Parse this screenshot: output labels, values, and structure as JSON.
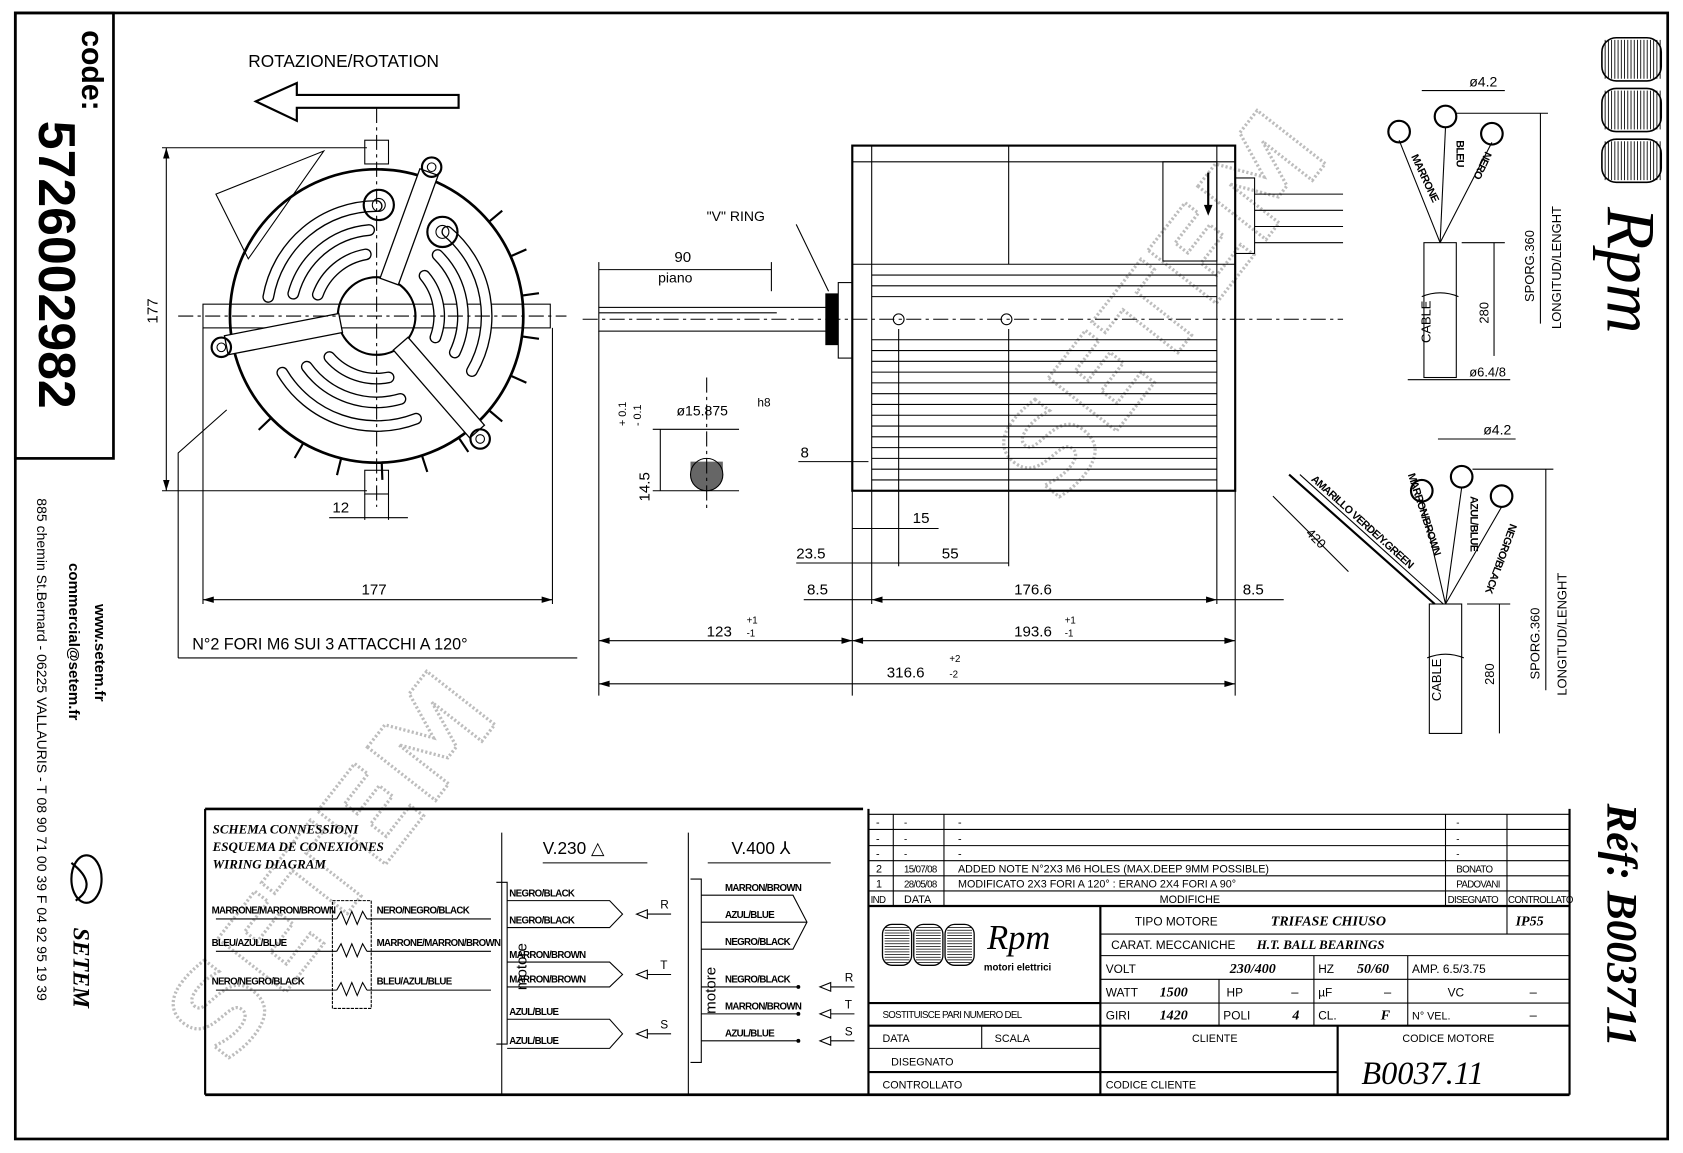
{
  "left_strip": {
    "code_label": "code:",
    "code": "5726002982",
    "web": "www.setem.fr",
    "email": "commercial@setem.fr",
    "address": "885 chemin St.Bernard - 06225 VALLAURIS - T 08 90 71 00 39  F 04 92 95 19 39",
    "brand": "SETEM"
  },
  "watermark": "SETEM",
  "rotation_label": "ROTAZIONE/ROTATION",
  "front_view": {
    "height_dim": "177",
    "width_dim": "177",
    "foot_dim": "12",
    "note": "N°2 FORI M6 SUI 3 ATTACCHI A 120°"
  },
  "side_view": {
    "v_ring": "\"V\" RING",
    "shaft_flat_len": "90",
    "shaft_flat_label": "piano",
    "shaft_dia": "ø15.875",
    "shaft_fit": "h8",
    "flat_tol_plus": "+ 0.1",
    "flat_tol_minus": "- 0.1",
    "flat_dim": "14.5",
    "dim_8": "8",
    "dim_15": "15",
    "dim_23_5": "23.5",
    "dim_55": "55",
    "dim_8_5_left": "8.5",
    "dim_176_6": "176.6",
    "dim_8_5_right": "8.5",
    "dim_123": "123",
    "tol_123_plus": "+1",
    "tol_123_minus": "-1",
    "dim_193_6": "193.6",
    "tol_193_plus": "+1",
    "tol_193_minus": "-1",
    "dim_316_6": "316.6",
    "tol_316_plus": "+2",
    "tol_316_minus": "-2"
  },
  "cables": [
    {
      "lug_hole": "ø4.2",
      "wires": [
        "MARRONE",
        "BLEU",
        "NERO"
      ],
      "cable_label": "CABLE",
      "sheath_len": "280",
      "sporg": "SPORG.360",
      "length_label": "LONGITUD/LENGHT",
      "cable_dia": "ø6.4/8"
    },
    {
      "lug_hole": "ø4.2",
      "ground_wire": "AMARILLO VERDE/Y.GREEN",
      "ground_len": "420",
      "wires": [
        "MARRON/BROWN",
        "AZUL/BLUE",
        "NEGRO/BLACK"
      ],
      "cable_label": "CABLE",
      "sheath_len": "280",
      "sporg": "SPORG.360",
      "length_label": "LONGITUD/LENGHT"
    }
  ],
  "brand_logo": {
    "name": "Rpm",
    "subtitle": "motori elettrici"
  },
  "reference": "Réf: B003711",
  "wiring": {
    "titles": [
      "SCHEMA CONNESSIONI",
      "ESQUEMA DE CONEXIONES",
      "WIRING DIAGRAM"
    ],
    "terminal_left": [
      "MARRONE/MARRON/BROWN",
      "BLEU/AZUL/BLUE",
      "NERO/NEGRO/BLACK"
    ],
    "terminal_right": [
      "NERO/NEGRO/BLACK",
      "MARRONE/MARRON/BROWN",
      "BLEU/AZUL/BLUE"
    ],
    "v230": {
      "title": "V.230 △",
      "motor": "motore",
      "wires": [
        "NEGRO/BLACK",
        "NEGRO/BLACK",
        "MARRON/BROWN",
        "MARRON/BROWN",
        "AZUL/BLUE",
        "AZUL/BLUE"
      ],
      "phases": [
        "R",
        "T",
        "S"
      ]
    },
    "v400": {
      "title": "V.400 ⅄",
      "motor": "motore",
      "wires": [
        "MARRON/BROWN",
        "AZUL/BLUE",
        "NEGRO/BLACK",
        "NEGRO/BLACK",
        "MARRON/BROWN",
        "AZUL/BLUE"
      ],
      "phases": [
        "R",
        "T",
        "S"
      ]
    }
  },
  "revisions": {
    "rows": [
      {
        "ind": "-",
        "date": "-",
        "change": "-",
        "drawn": "-",
        "checked": ""
      },
      {
        "ind": "-",
        "date": "-",
        "change": "-",
        "drawn": "-",
        "checked": ""
      },
      {
        "ind": "-",
        "date": "-",
        "change": "-",
        "drawn": "-",
        "checked": ""
      },
      {
        "ind": "2",
        "date": "15/07/08",
        "change": "ADDED  NOTE N°2X3 M6 HOLES (MAX.DEEP 9MM POSSIBLE)",
        "drawn": "BONATO",
        "checked": ""
      },
      {
        "ind": "1",
        "date": "28/05/08",
        "change": "MODIFICATO 2X3 FORI A 120° : ERANO 2X4 FORI A 90°",
        "drawn": "PADOVANI",
        "checked": ""
      }
    ],
    "headers": {
      "ind": "IND",
      "date": "DATA",
      "change": "MODIFICHE",
      "drawn": "DISEGNATO",
      "checked": "CONTROLLATO"
    }
  },
  "title_block": {
    "tipo_label": "TIPO MOTORE",
    "tipo": "TRIFASE CHIUSO",
    "ip": "IP55",
    "carat_label": "CARAT. MECCANICHE",
    "carat": "H.T. BALL BEARINGS",
    "volt_label": "VOLT",
    "volt": "230/400",
    "hz_label": "HZ",
    "hz": "50/60",
    "amp": "AMP. 6.5/3.75",
    "watt_label": "WATT",
    "watt": "1500",
    "hp_label": "HP",
    "hp": "–",
    "uf_label": "µF",
    "uf": "–",
    "vc_label": "VC",
    "vc": "–",
    "giri_label": "GIRI",
    "giri": "1420",
    "poli_label": "POLI",
    "poli": "4",
    "cl_label": "CL.",
    "cl": "F",
    "nvel_label": "N° VEL.",
    "nvel": "–",
    "replaces_label": "SOSTITUISCE PARI NUMERO DEL",
    "data_label": "DATA",
    "scala_label": "SCALA",
    "cliente_label": "CLIENTE",
    "codice_motore_label": "CODICE MOTORE",
    "codice_motore": "B0037.11",
    "disegnato_label": "DISEGNATO",
    "controllato_label": "CONTROLLATO",
    "codice_cliente_label": "CODICE CLIENTE"
  }
}
